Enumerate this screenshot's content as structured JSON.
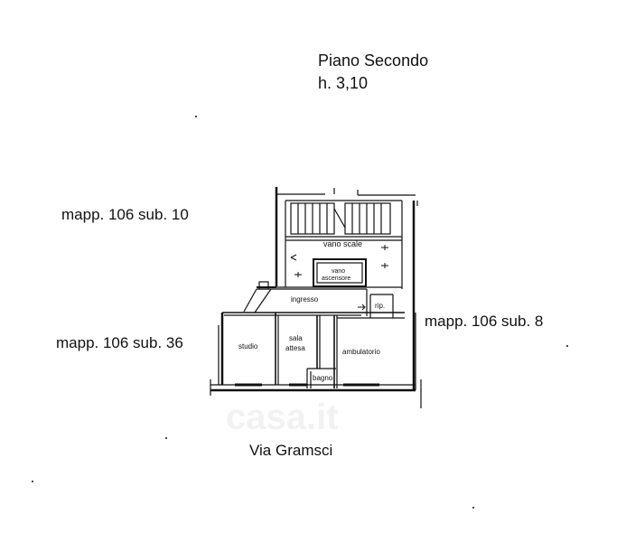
{
  "header": {
    "floor_title": "Piano Secondo",
    "height": "h. 3,10"
  },
  "neighbors": {
    "top_left": "mapp. 106 sub. 10",
    "bottom_left": "mapp. 106 sub. 36",
    "right": "mapp. 106 sub. 8"
  },
  "street": "Via Gramsci",
  "rooms": {
    "vano_scale": "vano scale",
    "vano_ascensore": [
      "vano",
      "ascensore"
    ],
    "ingresso": "ingresso",
    "rip": "rip.",
    "studio": "studio",
    "sala_attesa": [
      "sala",
      "attesa"
    ],
    "bagno": "bagno",
    "ambulatorio": "ambulatorio"
  },
  "watermark": "casa.it"
}
